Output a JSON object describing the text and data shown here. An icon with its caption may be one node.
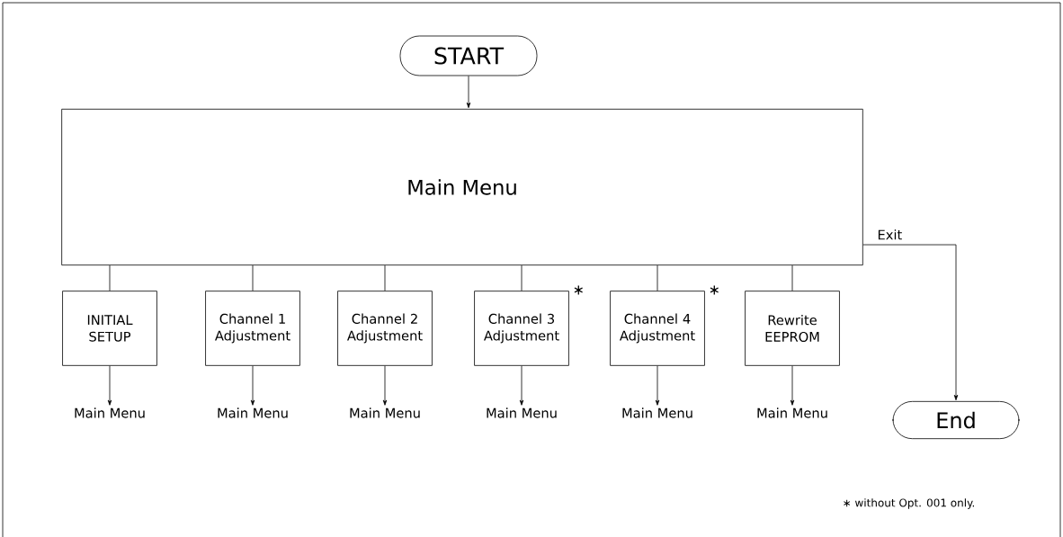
{
  "diagram": {
    "nodes": [
      {
        "text": [
          "START"
        ]
      },
      {
        "text": [
          "Main Menu"
        ]
      },
      {
        "text": [
          "INITIAL SETUP"
        ]
      },
      {
        "text": [
          "Channel 1 Adjustment"
        ]
      },
      {
        "text": [
          "Channel 2 Adjustment"
        ]
      },
      {
        "text": [
          "Channel 3 Adjustment"
        ],
        "beside": [
          "∗"
        ]
      },
      {
        "text": [
          "Channel 4 Adjustment"
        ],
        "beside": [
          "∗"
        ]
      },
      {
        "text": [
          "Rewrite EEPROM"
        ]
      },
      {
        "text": [
          "Main Menu"
        ]
      },
      {
        "text": [
          "Main Menu"
        ]
      },
      {
        "text": [
          "Main Menu"
        ]
      },
      {
        "text": [
          "Main Menu"
        ]
      },
      {
        "text": [
          "Main Menu"
        ]
      },
      {
        "text": [
          "Main Menu"
        ]
      },
      {
        "text": [
          "End"
        ]
      }
    ],
    "edges": [
      {
        "from": 0,
        "to": 1,
        "arrow": "to"
      },
      {
        "from": 1,
        "to": 2,
        "arrow": "none"
      },
      {
        "from": 1,
        "to": 3,
        "arrow": "none"
      },
      {
        "from": 1,
        "to": 4,
        "arrow": "none"
      },
      {
        "from": 1,
        "to": 5,
        "arrow": "none"
      },
      {
        "from": 1,
        "to": 6,
        "arrow": "none"
      },
      {
        "from": 1,
        "to": 7,
        "arrow": "none"
      },
      {
        "from": 2,
        "to": 8,
        "arrow": "to"
      },
      {
        "from": 3,
        "to": 9,
        "arrow": "to"
      },
      {
        "from": 4,
        "to": 10,
        "arrow": "to"
      },
      {
        "from": 5,
        "to": 11,
        "arrow": "to"
      },
      {
        "from": 6,
        "to": 12,
        "arrow": "to"
      },
      {
        "from": 7,
        "to": 13,
        "arrow": "to"
      },
      {
        "from": 1,
        "to": 14,
        "arrow": "to",
        "label": "Exit"
      }
    ],
    "labels": [
      "∗ without Opt. 001 only."
    ]
  }
}
